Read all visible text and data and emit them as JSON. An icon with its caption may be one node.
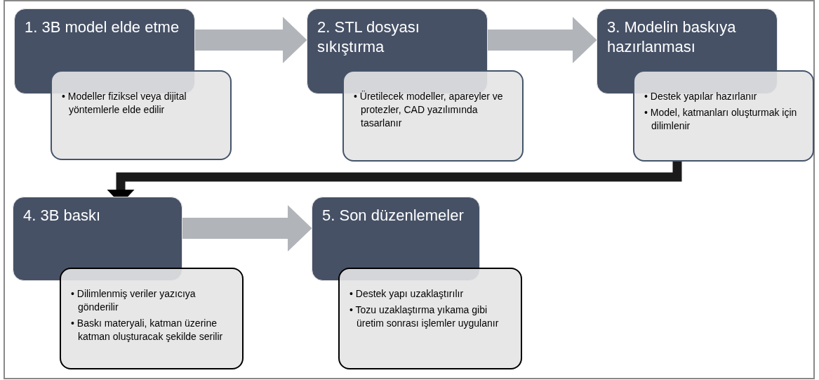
{
  "diagram": {
    "nodes": [
      {
        "text": [
          "1. 3B model elde etme"
        ]
      },
      {
        "text": [
          "• Modeller fiziksel veya dijital yöntemlerle elde edilir"
        ]
      },
      {
        "text": [
          "2. STL dosyası sıkıştırma"
        ]
      },
      {
        "text": [
          "• Üretilecek modeller, apareyler ve protezler, CAD yazılımında tasarlanır"
        ]
      },
      {
        "text": [
          "3. Modelin baskıya hazırlanması"
        ]
      },
      {
        "text": [
          "• Destek yapılar hazırlanır",
          "• Model, katmanları oluşturmak için dilimlenir"
        ]
      },
      {
        "text": [
          "4. 3B baskı"
        ]
      },
      {
        "text": [
          "• Dilimlenmiş veriler yazıcıya gönderilir",
          "• Baskı materyali, katman üzerine katman oluşturacak şekilde serilir"
        ]
      },
      {
        "text": [
          "5. Son düzenlemeler"
        ]
      },
      {
        "text": [
          "• Destek yapı uzaklaştırılır",
          "• Tozu uzaklaştırma yıkama gibi üretim sonrası işlemler uygulanır"
        ]
      }
    ],
    "edges": [
      {
        "from": 0,
        "to": 2,
        "arrow": "to"
      },
      {
        "from": 2,
        "to": 4,
        "arrow": "to"
      },
      {
        "from": 5,
        "to": 6,
        "arrow": "to",
        "color": "#1a1a1a"
      },
      {
        "from": 6,
        "to": 8,
        "arrow": "to"
      }
    ]
  }
}
